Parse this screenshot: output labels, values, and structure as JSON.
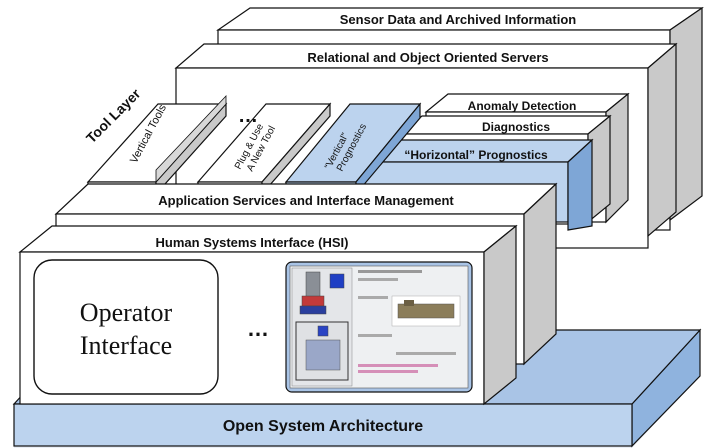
{
  "layers": {
    "sensor": "Sensor Data and Archived Information",
    "relational": "Relational and Object Oriented Servers",
    "anomaly": "Anomaly Detection",
    "diagnostics": "Diagnostics",
    "horizontal": "“Horizontal” Prognostics",
    "app_services": "Application Services and Interface Management",
    "hsi": "Human Systems Interface (HSI)",
    "open_arch": "Open System Architecture"
  },
  "tool_layer": {
    "title": "Tool Layer",
    "vertical_tools": "Vertical Tools",
    "ellipsis": "…",
    "plug_use_1": "Plug & Use",
    "plug_use_2": "A New Tool",
    "vertical_prog_1": "“Vertical”",
    "vertical_prog_2": "Prognostics"
  },
  "hsi_panel": {
    "operator_1": "Operator",
    "operator_2": "Interface",
    "ellipsis": "…"
  },
  "colors": {
    "blue_face": "#bcd3ee",
    "blue_side": "#7ea6d6",
    "gray_side": "#c9c9c9",
    "white_face": "#ffffff",
    "stroke": "#111111"
  }
}
